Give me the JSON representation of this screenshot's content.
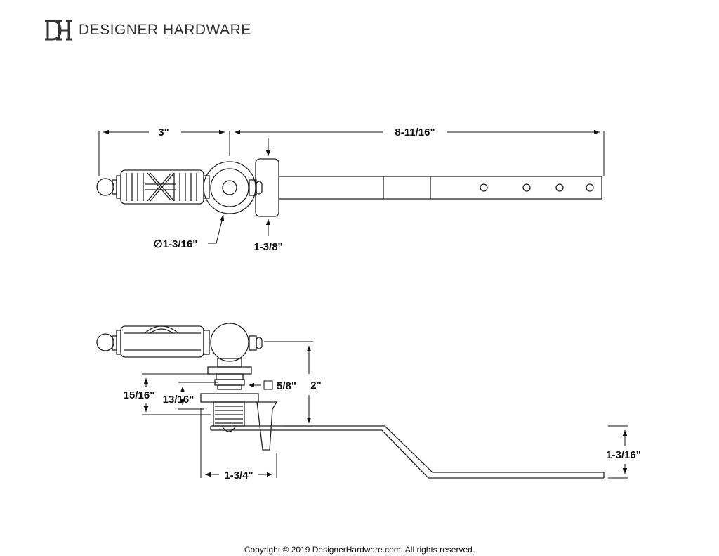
{
  "brand": {
    "monogram": "DH",
    "name": "DESIGNER HARDWARE",
    "logo_icon": "dh-monogram-logo"
  },
  "top_view": {
    "dim_handle_length": "3\"",
    "dim_arm_length": "8-11/16\"",
    "dim_diameter": "∅1-3/16\"",
    "dim_height": "1-3/8\""
  },
  "side_view": {
    "dim_flange_a": "15/16\"",
    "dim_flange_b": "13/16\"",
    "dim_square": "5/8\"",
    "dim_total_height": "2\"",
    "dim_base_width": "1-3/4\"",
    "dim_arm_drop": "1-3/16\""
  },
  "footer": {
    "copyright": "Copyright © 2019 DesignerHardware.com. All rights reserved."
  },
  "colors": {
    "line": "#222222",
    "background": "#ffffff"
  }
}
